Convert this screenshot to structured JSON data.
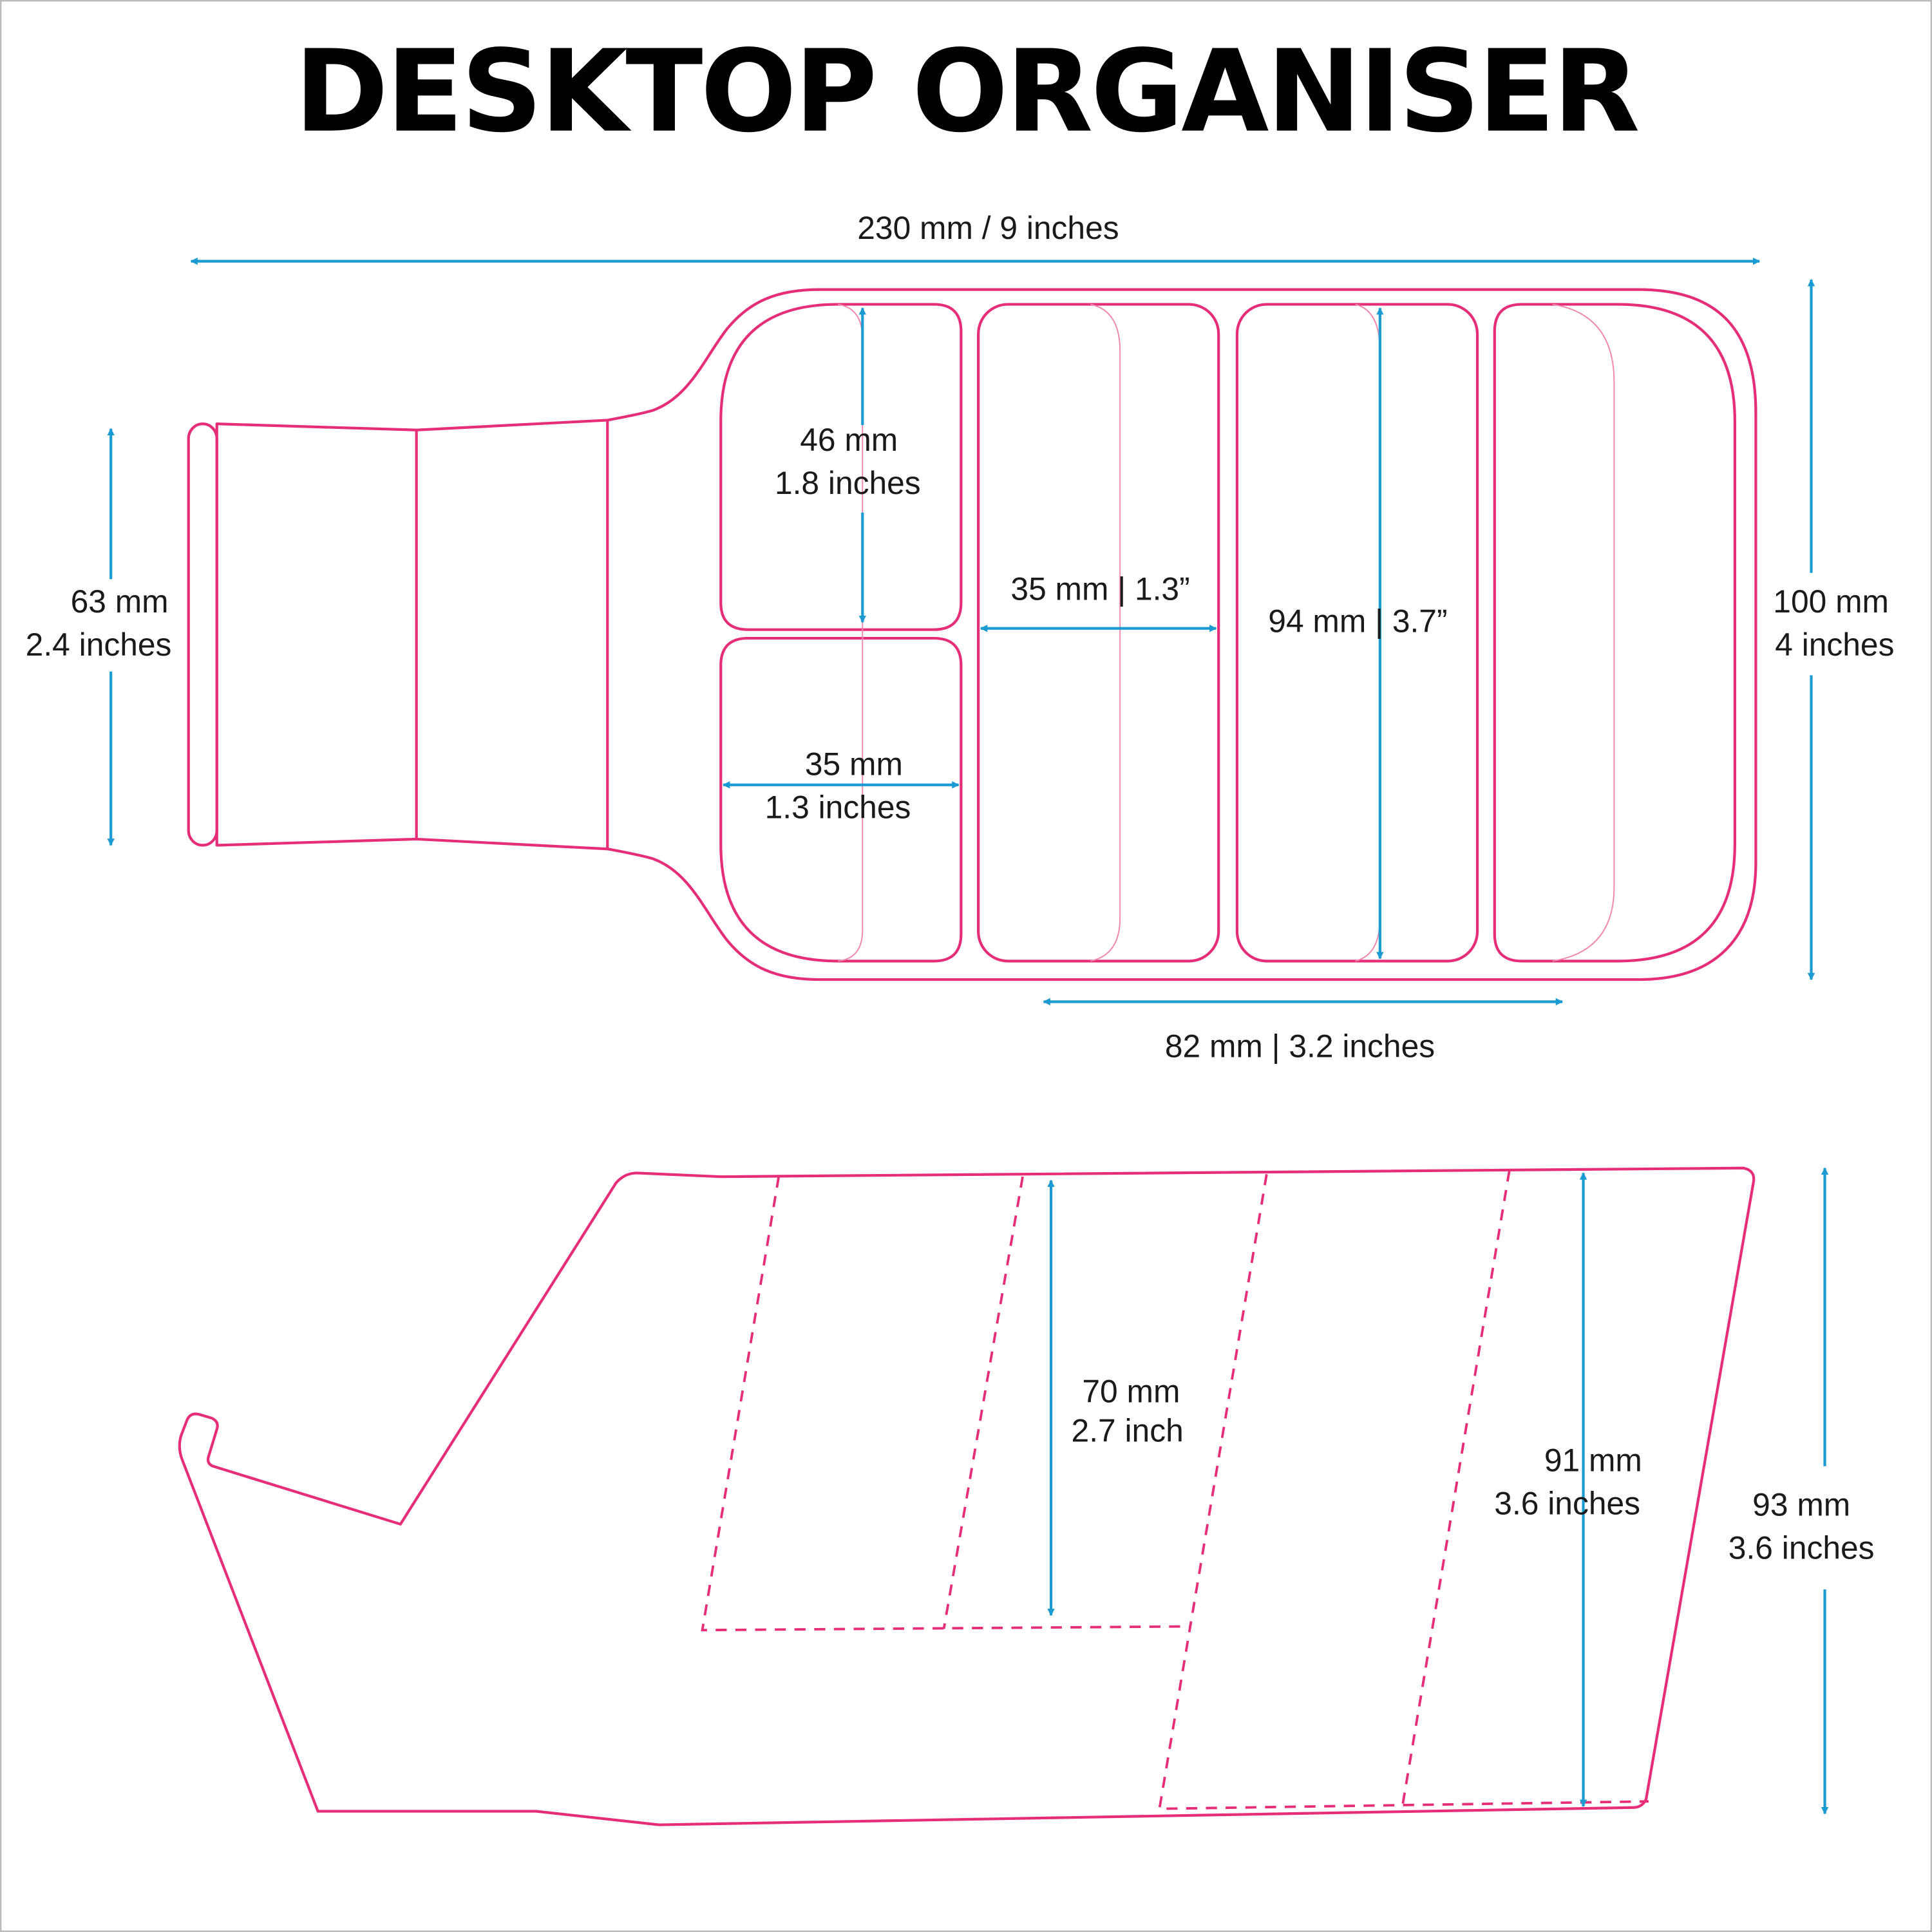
{
  "title": "DESKTOP ORGANISER",
  "colors": {
    "outline": "#e62e78",
    "dimension": "#1b9bd1",
    "text": "#1a1a1a"
  },
  "top_view": {
    "overall_width": "230 mm / 9 inches",
    "handle_height": {
      "mm": "63 mm",
      "in": "2.4 inches"
    },
    "overall_depth": {
      "mm": "100 mm",
      "in": "4 inches"
    },
    "small_compartment_height": {
      "mm": "46 mm",
      "in": "1.8 inches"
    },
    "compartment_width": "35 mm |  1.3”",
    "long_compartment_length": "94 mm |  3.7”",
    "small_compartment_width": {
      "mm": "35 mm",
      "in": "1.3 inches"
    },
    "three_compartments_width": "82 mm |  3.2 inches"
  },
  "side_view": {
    "front_height": {
      "mm": "70 mm",
      "in": "2.7 inch"
    },
    "inner_height": {
      "mm": "91 mm",
      "in": "3.6 inches"
    },
    "overall_height": {
      "mm": "93 mm",
      "in": "3.6 inches"
    }
  }
}
